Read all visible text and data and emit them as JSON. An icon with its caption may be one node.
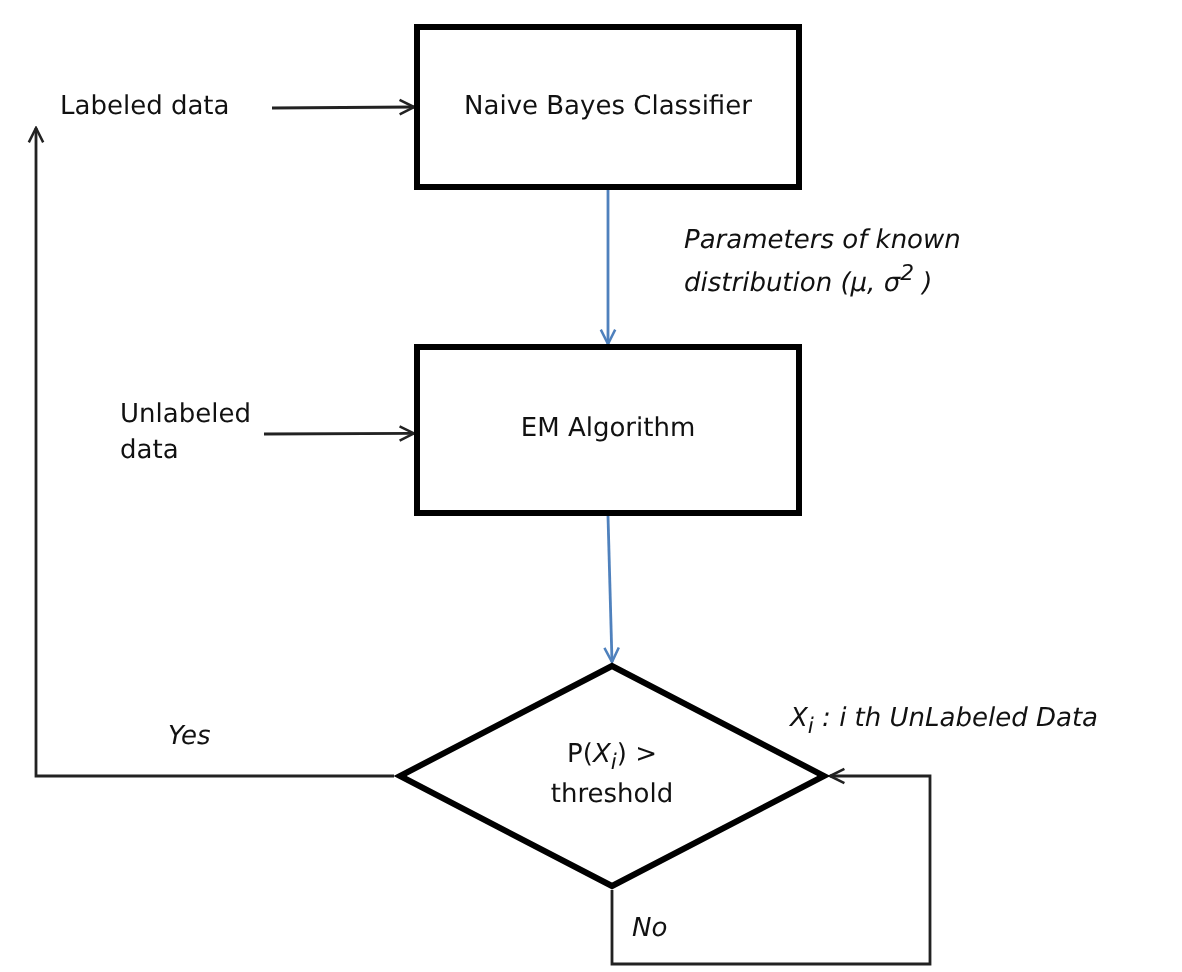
{
  "diagram": {
    "nodes": [
      {
        "text": [
          "Labeled data"
        ]
      },
      {
        "text": [
          "Naive Bayes Classifier"
        ]
      },
      {
        "text": [
          "Unlabeled data"
        ]
      },
      {
        "text": [
          "EM Algorithm"
        ]
      },
      {
        "text": [
          "P(*X*$_{i}$) > threshold"
        ]
      }
    ],
    "edges": [
      {
        "from": 0,
        "to": 1,
        "arrow": "to"
      },
      {
        "from": 1,
        "to": 3,
        "arrow": "to",
        "color": "#4f81bd",
        "label": "Parameters of known distribution (μ, σ$^{2}$ )"
      },
      {
        "from": 2,
        "to": 3,
        "arrow": "to"
      },
      {
        "from": 3,
        "to": 4,
        "arrow": "to",
        "color": "#4f81bd"
      },
      {
        "from": 4,
        "to": 0,
        "arrow": "to",
        "label": "Yes"
      },
      {
        "from": 4,
        "to": 4,
        "arrow": "to",
        "label": "No"
      }
    ],
    "labels": [
      "X$_{i}$ : i th UnLabeled Data"
    ]
  }
}
